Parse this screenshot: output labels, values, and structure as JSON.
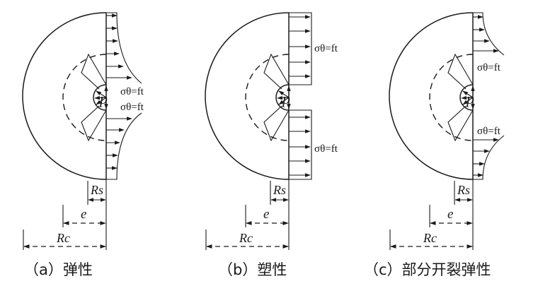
{
  "panels": [
    {
      "id": "a",
      "caption": "（a）弹性",
      "labels": {
        "sigma_top": "σθ=ft",
        "sigma_bottom": "σθ=ft",
        "p": "p",
        "Rs": "Rs",
        "e": "e",
        "Rc": "Rc"
      }
    },
    {
      "id": "b",
      "caption": "（b）塑性",
      "labels": {
        "sigma_top": "σθ=ft",
        "sigma_bottom": "σθ=ft",
        "p": "p",
        "Rs": "Rs",
        "e": "e",
        "Rc": "Rc"
      }
    },
    {
      "id": "c",
      "caption": "（c）部分开裂弹性",
      "labels": {
        "sigma_top": "σθ=ft",
        "sigma_bottom": "σθ=ft",
        "p": "p",
        "Rs": "Rs",
        "e": "e",
        "Rc": "Rc"
      }
    }
  ]
}
